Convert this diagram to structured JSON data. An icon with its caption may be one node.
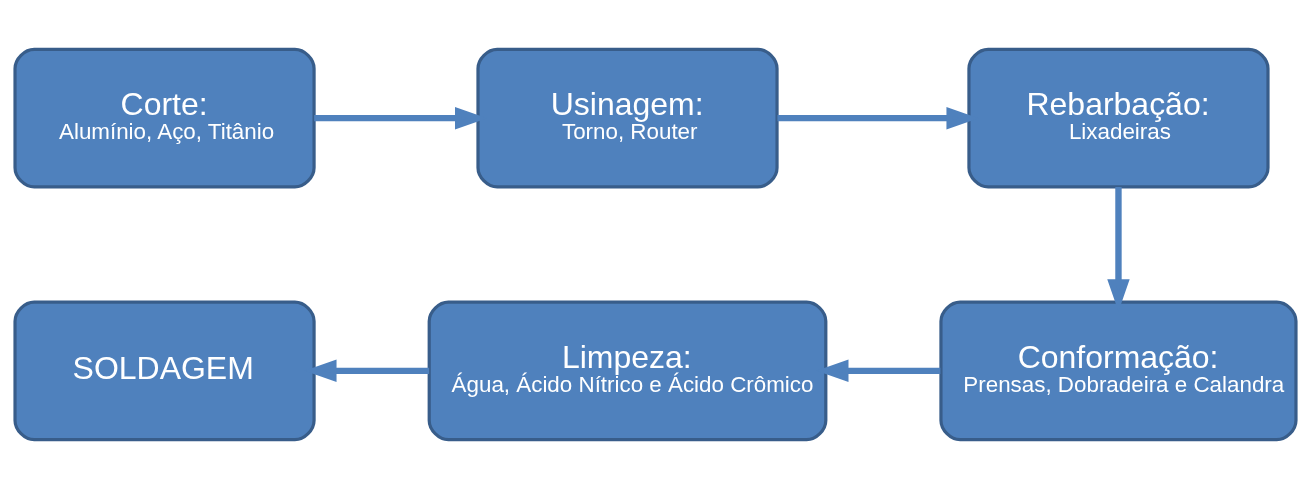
{
  "diagram": {
    "nodes": [
      {
        "text": [
          "Corte:",
          "Alumínio, Aço, Titânio"
        ]
      },
      {
        "text": [
          "Usinagem:",
          "Torno, Router"
        ]
      },
      {
        "text": [
          "Rebarbação:",
          "Lixadeiras"
        ]
      },
      {
        "text": [
          "Conformação:",
          "Prensas, Dobradeira e Calandra"
        ]
      },
      {
        "text": [
          "Limpeza:",
          "Água, Ácido Nítrico e Ácido Crômico"
        ]
      },
      {
        "text": [
          "SOLDAGEM"
        ]
      }
    ],
    "edges": [
      {
        "from": 0,
        "to": 1,
        "arrow": "to"
      },
      {
        "from": 1,
        "to": 2,
        "arrow": "to"
      },
      {
        "from": 2,
        "to": 3,
        "arrow": "to"
      },
      {
        "from": 3,
        "to": 4,
        "arrow": "to"
      },
      {
        "from": 4,
        "to": 5,
        "arrow": "to"
      }
    ]
  }
}
